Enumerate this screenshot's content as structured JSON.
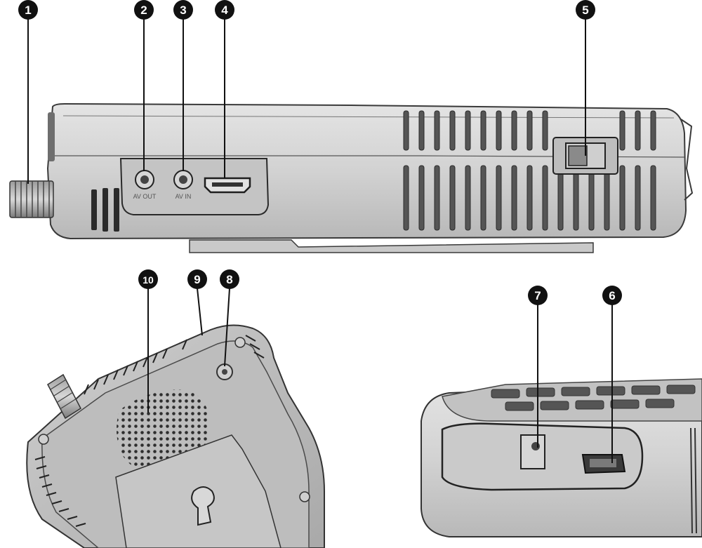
{
  "callouts": [
    {
      "id": "1",
      "label": "1"
    },
    {
      "id": "2",
      "label": "2"
    },
    {
      "id": "3",
      "label": "3"
    },
    {
      "id": "4",
      "label": "4"
    },
    {
      "id": "5",
      "label": "5"
    },
    {
      "id": "6",
      "label": "6"
    },
    {
      "id": "7",
      "label": "7"
    },
    {
      "id": "8",
      "label": "8"
    },
    {
      "id": "9",
      "label": "9"
    },
    {
      "id": "10",
      "label": "10"
    }
  ],
  "port_labels": {
    "av_out": "AV OUT",
    "av_in": "AV IN"
  },
  "colors": {
    "body_fill": "#d9d9d9",
    "body_dark": "#bdbdbd",
    "outline": "#3a3a3a",
    "callout": "#111111"
  }
}
